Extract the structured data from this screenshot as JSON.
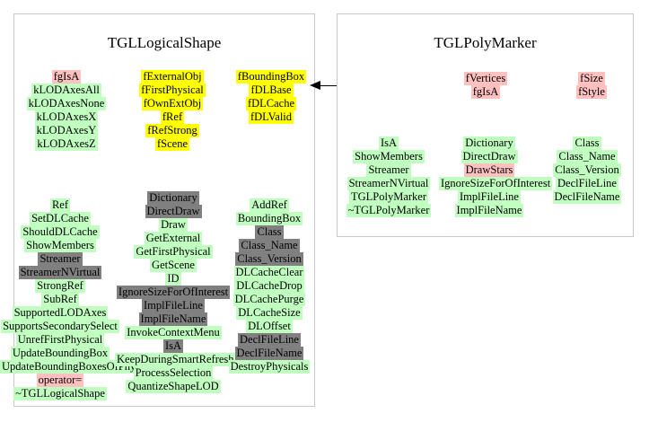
{
  "diagram": {
    "kind": "class-collaboration-graph",
    "colors": {
      "panel_border": "#c8c8c8",
      "background": "#ffffff",
      "highlight_pink": "#ffc0c0",
      "highlight_green": "#c0ffc0",
      "highlight_yellow": "#ffff00",
      "highlight_gray": "#808080",
      "arrow": "#000000"
    },
    "panels": [
      {
        "id": "left",
        "title": "TGLLogicalShape",
        "member_columns": [
          {
            "id": "left-fields-col1",
            "entries": [
              {
                "label": "fgIsA",
                "highlight": "pink"
              },
              {
                "label": "kLODAxesAll",
                "highlight": "green"
              },
              {
                "label": "kLODAxesNone",
                "highlight": "green"
              },
              {
                "label": "kLODAxesX",
                "highlight": "green"
              },
              {
                "label": "kLODAxesY",
                "highlight": "green"
              },
              {
                "label": "kLODAxesZ",
                "highlight": "green"
              }
            ]
          },
          {
            "id": "left-fields-col2",
            "entries": [
              {
                "label": "fExternalObj",
                "highlight": "yellow"
              },
              {
                "label": "fFirstPhysical",
                "highlight": "yellow"
              },
              {
                "label": "fOwnExtObj",
                "highlight": "yellow"
              },
              {
                "label": "fRef",
                "highlight": "yellow"
              },
              {
                "label": "fRefStrong",
                "highlight": "yellow"
              },
              {
                "label": "fScene",
                "highlight": "yellow"
              }
            ]
          },
          {
            "id": "left-fields-col3",
            "entries": [
              {
                "label": "fBoundingBox",
                "highlight": "yellow"
              },
              {
                "label": "fDLBase",
                "highlight": "yellow"
              },
              {
                "label": "fDLCache",
                "highlight": "yellow"
              },
              {
                "label": "fDLValid",
                "highlight": "yellow"
              }
            ]
          },
          {
            "id": "left-methods-col1",
            "entries": [
              {
                "label": "Ref",
                "highlight": "green"
              },
              {
                "label": "SetDLCache",
                "highlight": "green"
              },
              {
                "label": "ShouldDLCache",
                "highlight": "green"
              },
              {
                "label": "ShowMembers",
                "highlight": "green"
              },
              {
                "label": "Streamer",
                "highlight": "gray"
              },
              {
                "label": "StreamerNVirtual",
                "highlight": "gray"
              },
              {
                "label": "StrongRef",
                "highlight": "green"
              },
              {
                "label": "SubRef",
                "highlight": "green"
              },
              {
                "label": "SupportedLODAxes",
                "highlight": "green"
              },
              {
                "label": "SupportsSecondarySelect",
                "highlight": "green"
              },
              {
                "label": "UnrefFirstPhysical",
                "highlight": "green"
              },
              {
                "label": "UpdateBoundingBox",
                "highlight": "green"
              },
              {
                "label": "UpdateBoundingBoxesOfPhysicals",
                "highlight": "green"
              },
              {
                "label": "operator=",
                "highlight": "pink"
              },
              {
                "label": "~TGLLogicalShape",
                "highlight": "green"
              }
            ]
          },
          {
            "id": "left-methods-col2",
            "entries": [
              {
                "label": "Dictionary",
                "highlight": "gray"
              },
              {
                "label": "DirectDraw",
                "highlight": "gray"
              },
              {
                "label": "Draw",
                "highlight": "green"
              },
              {
                "label": "GetExternal",
                "highlight": "green"
              },
              {
                "label": "GetFirstPhysical",
                "highlight": "green"
              },
              {
                "label": "GetScene",
                "highlight": "green"
              },
              {
                "label": "ID",
                "highlight": "green"
              },
              {
                "label": "IgnoreSizeForOfInterest",
                "highlight": "gray"
              },
              {
                "label": "ImplFileLine",
                "highlight": "gray"
              },
              {
                "label": "ImplFileName",
                "highlight": "gray"
              },
              {
                "label": "InvokeContextMenu",
                "highlight": "green"
              },
              {
                "label": "IsA",
                "highlight": "gray"
              },
              {
                "label": "KeepDuringSmartRefresh",
                "highlight": "green"
              },
              {
                "label": "ProcessSelection",
                "highlight": "green"
              },
              {
                "label": "QuantizeShapeLOD",
                "highlight": "green"
              }
            ]
          },
          {
            "id": "left-methods-col3",
            "entries": [
              {
                "label": "AddRef",
                "highlight": "green"
              },
              {
                "label": "BoundingBox",
                "highlight": "green"
              },
              {
                "label": "Class",
                "highlight": "gray"
              },
              {
                "label": "Class_Name",
                "highlight": "gray"
              },
              {
                "label": "Class_Version",
                "highlight": "gray"
              },
              {
                "label": "DLCacheClear",
                "highlight": "green"
              },
              {
                "label": "DLCacheDrop",
                "highlight": "green"
              },
              {
                "label": "DLCachePurge",
                "highlight": "green"
              },
              {
                "label": "DLCacheSize",
                "highlight": "green"
              },
              {
                "label": "DLOffset",
                "highlight": "green"
              },
              {
                "label": "DeclFileLine",
                "highlight": "gray"
              },
              {
                "label": "DeclFileName",
                "highlight": "gray"
              },
              {
                "label": "DestroyPhysicals",
                "highlight": "green"
              }
            ]
          }
        ]
      },
      {
        "id": "right",
        "title": "TGLPolyMarker",
        "member_columns": [
          {
            "id": "right-fields-col1",
            "entries": [
              {
                "label": "fVertices",
                "highlight": "pink"
              },
              {
                "label": "fgIsA",
                "highlight": "pink"
              }
            ]
          },
          {
            "id": "right-fields-col2",
            "entries": [
              {
                "label": "fSize",
                "highlight": "pink"
              },
              {
                "label": "fStyle",
                "highlight": "pink"
              }
            ]
          },
          {
            "id": "right-methods-col1",
            "entries": [
              {
                "label": "IsA",
                "highlight": "green"
              },
              {
                "label": "ShowMembers",
                "highlight": "green"
              },
              {
                "label": "Streamer",
                "highlight": "green"
              },
              {
                "label": "StreamerNVirtual",
                "highlight": "green"
              },
              {
                "label": "TGLPolyMarker",
                "highlight": "green"
              },
              {
                "label": "~TGLPolyMarker",
                "highlight": "green"
              }
            ]
          },
          {
            "id": "right-methods-col2",
            "entries": [
              {
                "label": "Dictionary",
                "highlight": "green"
              },
              {
                "label": "DirectDraw",
                "highlight": "green"
              },
              {
                "label": "DrawStars",
                "highlight": "pink"
              },
              {
                "label": "IgnoreSizeForOfInterest",
                "highlight": "green"
              },
              {
                "label": "ImplFileLine",
                "highlight": "green"
              },
              {
                "label": "ImplFileName",
                "highlight": "green"
              }
            ]
          },
          {
            "id": "right-methods-col3",
            "entries": [
              {
                "label": "Class",
                "highlight": "green"
              },
              {
                "label": "Class_Name",
                "highlight": "green"
              },
              {
                "label": "Class_Version",
                "highlight": "green"
              },
              {
                "label": "DeclFileLine",
                "highlight": "green"
              },
              {
                "label": "DeclFileName",
                "highlight": "green"
              }
            ]
          }
        ]
      }
    ],
    "connectors": [
      {
        "id": "polymarker-to-logicalshape",
        "direction": "left",
        "from": "right",
        "to": "left"
      }
    ]
  }
}
